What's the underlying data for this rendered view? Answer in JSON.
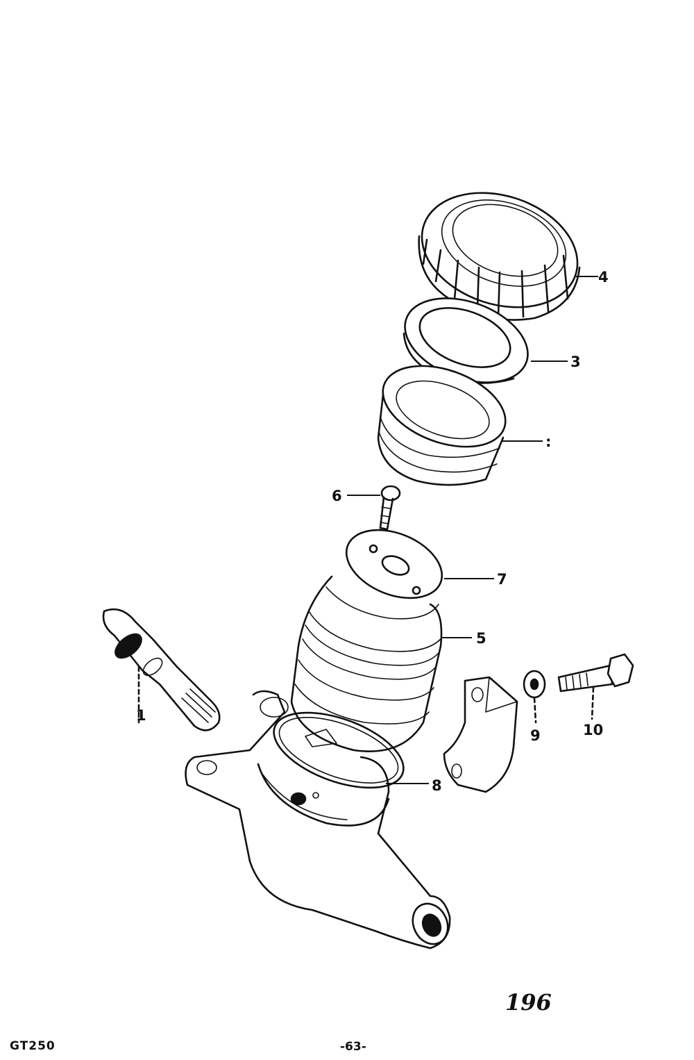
{
  "diagram": {
    "callouts": {
      "c1": "1",
      "c2": ":",
      "c3": "3",
      "c4": "4",
      "c5": "5",
      "c6": "6",
      "c7": "7",
      "c8": "8",
      "c9": "9",
      "c10": "10"
    }
  },
  "footer": {
    "model": "GT250",
    "page": "-63-",
    "number": "196"
  }
}
